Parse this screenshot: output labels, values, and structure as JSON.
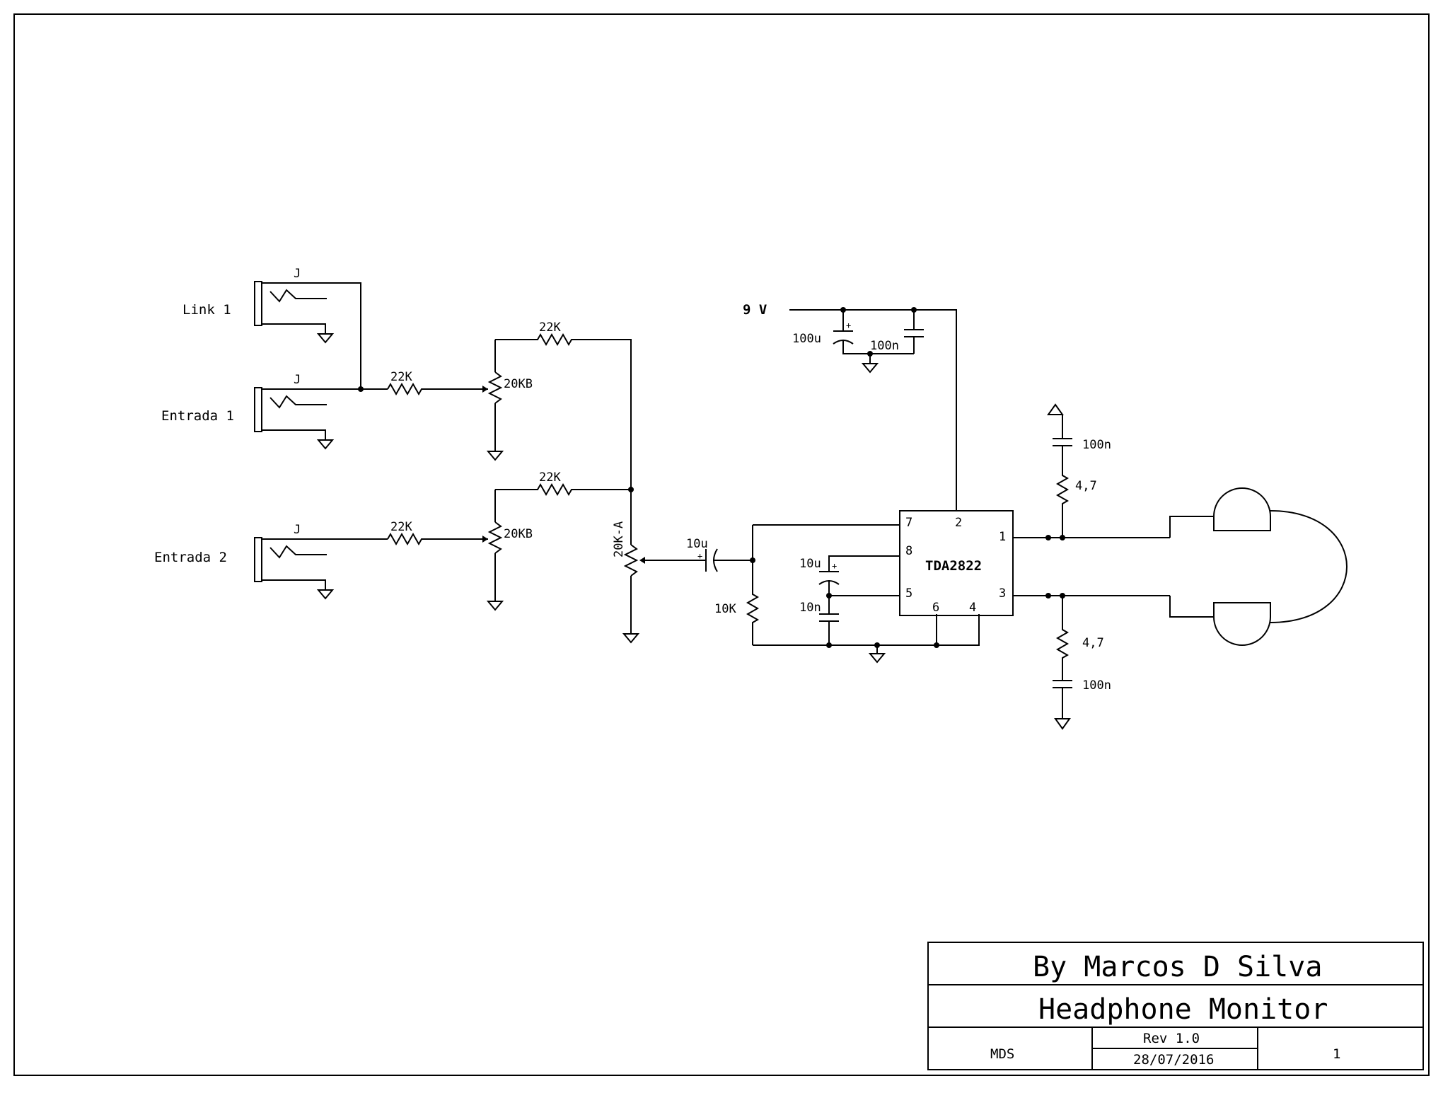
{
  "schematic": {
    "inputs": {
      "link1": {
        "label": "Link 1",
        "jack_ref": "J"
      },
      "entrada1": {
        "label": "Entrada 1",
        "jack_ref": "J"
      },
      "entrada2": {
        "label": "Entrada 2",
        "jack_ref": "J"
      }
    },
    "components": {
      "r_in1": "22K",
      "r_in2": "22K",
      "r_mix1": "22K",
      "r_mix2": "22K",
      "pot1": "20KB",
      "pot2": "20KB",
      "pot_master": "20K-A",
      "c_coupling": "10u",
      "r_bias": "10K",
      "c_bypass_elec": "10u",
      "c_bypass_film": "10n",
      "c_supply_elec": "100u",
      "c_supply_film": "100n",
      "c_zobel1": "100n",
      "r_zobel1": "4,7",
      "c_zobel2": "100n",
      "r_zobel2": "4,7"
    },
    "supply": {
      "label": "9 V"
    },
    "ic": {
      "name": "TDA2822",
      "pins": {
        "p1": "1",
        "p2": "2",
        "p3": "3",
        "p4": "4",
        "p5": "5",
        "p6": "6",
        "p7": "7",
        "p8": "8"
      }
    },
    "polarity_mark": "+"
  },
  "title_block": {
    "author": "By Marcos D Silva",
    "title": "Headphone Monitor",
    "initials": "MDS",
    "revision": "Rev 1.0",
    "date": "28/07/2016",
    "sheet": "1"
  }
}
